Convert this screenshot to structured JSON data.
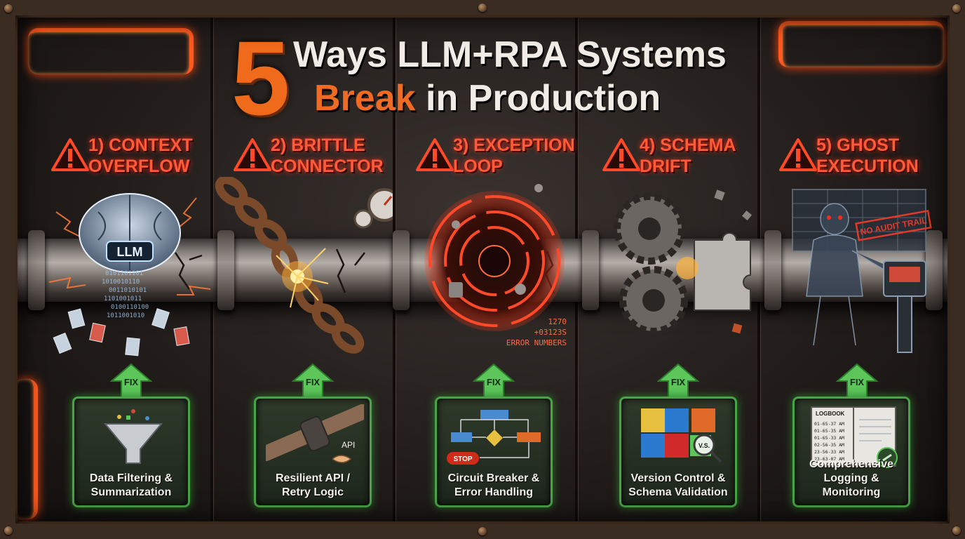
{
  "title": {
    "number": "5",
    "line1": "Ways LLM+RPA Systems",
    "line2_highlight": "Break",
    "line2_rest": "in Production"
  },
  "failures": [
    {
      "line1": "1) Context",
      "line2": "Overflow"
    },
    {
      "line1": "2) Brittle",
      "line2": "Connector"
    },
    {
      "line1": "3) Exception",
      "line2": "Loop"
    },
    {
      "line1": "4) Schema",
      "line2": "Drift"
    },
    {
      "line1": "5) Ghost",
      "line2": "Execution"
    }
  ],
  "illustrations": {
    "llm_label": "LLM",
    "loop_numbers_1": "1270",
    "loop_numbers_2": "+03123S",
    "loop_numbers_3": "ERROR NUMBERS",
    "no_audit_trail": "NO AUDIT TRAIL"
  },
  "fix_label": "FIX",
  "fixes": [
    {
      "line1": "Data Filtering &",
      "line2": "Summarization"
    },
    {
      "line1": "Resilient API /",
      "line2": "Retry Logic",
      "icon_text": "API"
    },
    {
      "line1": "Circuit Breaker &",
      "line2": "Error Handling",
      "icon_text": "STOP"
    },
    {
      "line1": "Version Control &",
      "line2": "Schema Validation",
      "icon_text": "V.S."
    },
    {
      "line1": "Comprehensive",
      "line2": "Logging & Monitoring",
      "icon_text": "LOGBOOK",
      "log_lines": [
        "01-65-37 AM",
        "01-65-35 AM",
        "01-65-33 AM",
        "02-56-35 AM",
        "23-56-33 AM",
        "23-63-07 AM"
      ]
    }
  ],
  "colors": {
    "accent_orange": "#f06a1c",
    "warning_red": "#ff4a2a",
    "fix_green": "#49a447"
  }
}
